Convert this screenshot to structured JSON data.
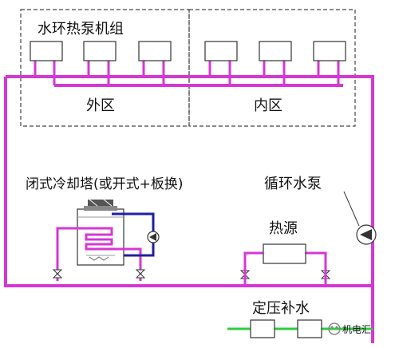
{
  "labels": {
    "unit_group": "水环热泵机组",
    "outer_zone": "外区",
    "inner_zone": "内区",
    "cooling_tower": "闭式冷却塔(或开式+板换)",
    "circulation_pump": "循环水泵",
    "heat_source": "热源",
    "makeup_water": "定压补水",
    "watermark": "机电汇"
  },
  "colors": {
    "main_pipe": "#d438d4",
    "tower_loop": "#1f1fa0",
    "makeup_pipe": "#2ecc40",
    "outline": "#333333",
    "dashed": "#444444"
  }
}
